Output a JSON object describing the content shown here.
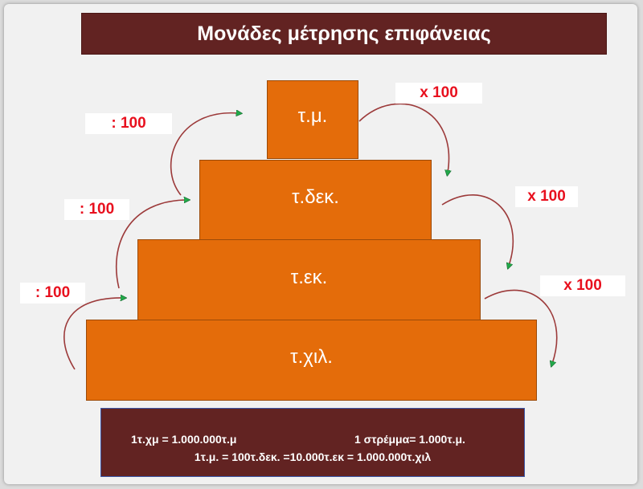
{
  "title": "Μονάδες μέτρησης επιφάνειας",
  "steps": {
    "tm": "τ.μ.",
    "tdek": "τ.δεκ.",
    "tek": "τ.εκ.",
    "txil": "τ.χιλ."
  },
  "labels": {
    "divide": [
      ": 100",
      ": 100",
      ": 100"
    ],
    "multiply": [
      "x 100",
      "x 100",
      "x 100"
    ]
  },
  "formulas": {
    "line1_left": "1τ.χμ = 1.000.000τ.μ",
    "line1_right": "1 στρέμμα= 1.000τ.μ.",
    "line2": "1τ.μ. = 100τ.δεκ. =10.000τ.εκ = 1.000.000τ.χιλ"
  },
  "colors": {
    "step_fill": "#e46c0a",
    "title_bg": "#622322",
    "label_text": "#e8101e",
    "arrow_head": "#22a84a",
    "arrow_line": "#9c3a3a"
  },
  "icons": [
    "curved-arrow-up-icon",
    "curved-arrow-down-icon"
  ]
}
